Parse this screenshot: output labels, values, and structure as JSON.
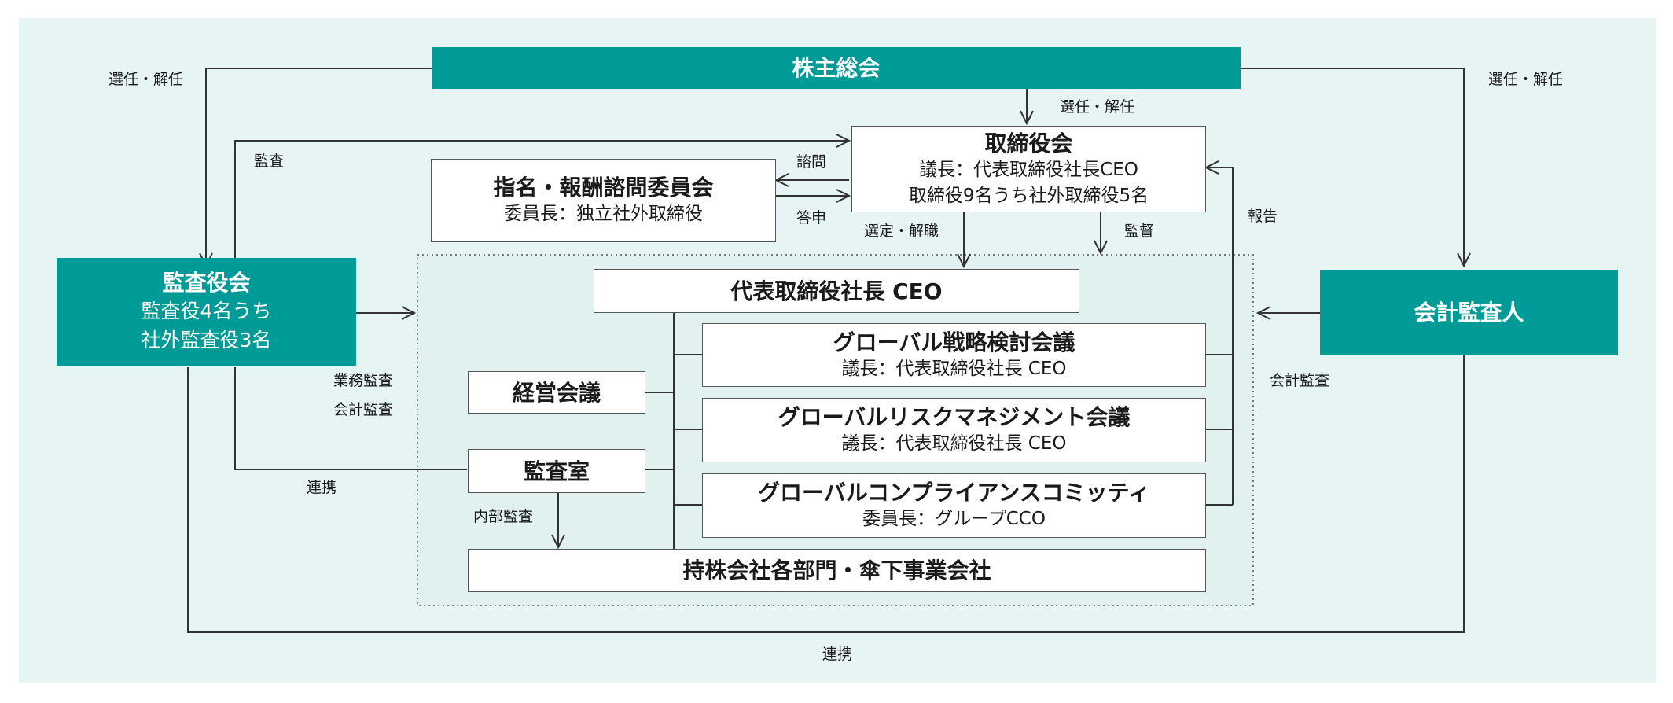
{
  "colors": {
    "background": "#e6f4f3",
    "teal": "#009b96",
    "line": "#333333",
    "box_border": "#555555"
  },
  "nodes": {
    "shareholders": {
      "title": "株主総会"
    },
    "board": {
      "title": "取締役会",
      "line1": "議長：代表取締役社長CEO",
      "line2": "取締役9名うち社外取締役5名"
    },
    "nomination": {
      "title": "指名・報酬諮問委員会",
      "line1": "委員長：独立社外取締役"
    },
    "audit_board": {
      "title": "監査役会",
      "line1": "監査役4名うち",
      "line2": "社外監査役3名"
    },
    "accounting_auditor": {
      "title": "会計監査人"
    },
    "ceo": {
      "title": "代表取締役社長 CEO"
    },
    "strategy": {
      "title": "グローバル戦略検討会議",
      "line1": "議長：代表取締役社長 CEO"
    },
    "mgmt": {
      "title": "経営会議"
    },
    "risk": {
      "title": "グローバルリスクマネジメント会議",
      "line1": "議長：代表取締役社長 CEO"
    },
    "audit_office": {
      "title": "監査室"
    },
    "compliance": {
      "title": "グローバルコンプライアンスコミッティ",
      "line1": "委員長：グループCCO"
    },
    "subsidiaries": {
      "title": "持株会社各部門・傘下事業会社"
    }
  },
  "labels": {
    "elect_left": "選任・解任",
    "elect_right": "選任・解任",
    "elect_board": "選任・解任",
    "audit": "監査",
    "consult": "諮問",
    "report_back": "答申",
    "appoint": "選定・解職",
    "supervise": "監督",
    "report": "報告",
    "operations_audit": "業務監査",
    "accounting_audit_left": "会計監査",
    "accounting_audit_right": "会計監査",
    "cooperation_mid": "連携",
    "internal_audit": "内部監査",
    "cooperation_bottom": "連携"
  }
}
